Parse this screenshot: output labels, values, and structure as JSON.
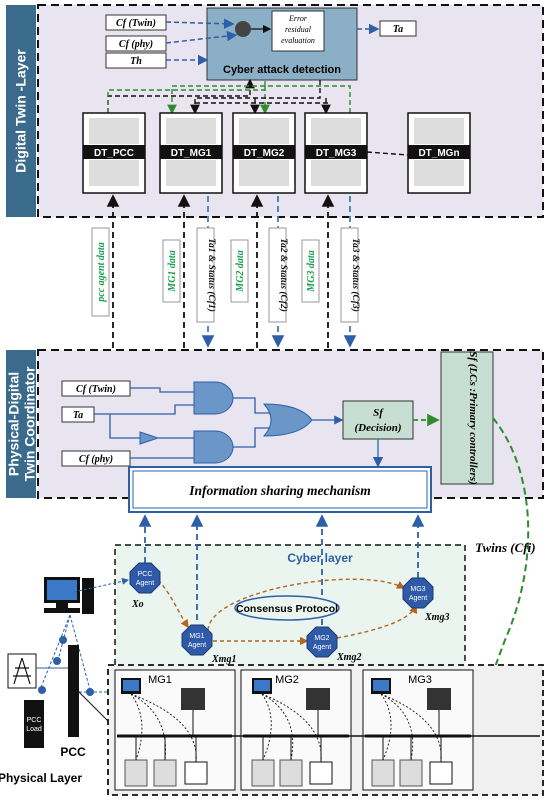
{
  "layers": {
    "digital_twin": "Digital Twin -Layer",
    "coordinator_line1": "Physical-Digital",
    "coordinator_line2": "Twin Coordinator",
    "cyber": "Cyber layer",
    "physical": "Physical Layer"
  },
  "detection": {
    "title": "Cyber attack detection",
    "residual_line1": "Error",
    "residual_line2": "residual",
    "residual_line3": "evaluation",
    "inputs": [
      "Cf (Twin)",
      "Cf (phy)",
      "Th"
    ],
    "output": "Ta"
  },
  "twins": [
    "DT_PCC",
    "DT_MG1",
    "DT_MG2",
    "DT_MG3",
    "DT_MGn"
  ],
  "links": {
    "pcc_data": "pcc agent data",
    "mg1_data": "MG1 data",
    "mg2_data": "MG2 data",
    "mg3_data": "MG3 data",
    "ta1": "Ta1 & Status (Cf1)",
    "ta2": "Ta2 & Status (Cf2)",
    "ta3": "Ta3 & Status (Cf3)"
  },
  "coordinator": {
    "inputs": [
      "Cf (Twin)",
      "Ta",
      "Cf (phy)"
    ],
    "decision_line1": "Sf",
    "decision_line2": "(Decision)",
    "sf_box": "Sf (LCs :Primary controllers)",
    "info_sharing": "Information sharing mechanism"
  },
  "cyber": {
    "twins_label": "Twins (Cfi)",
    "consensus": "Consensus Protocol",
    "agents": {
      "pcc": [
        "PCC",
        "Agent"
      ],
      "mg1": [
        "MG1",
        "Agent"
      ],
      "mg2": [
        "MG2",
        "Agent"
      ],
      "mg3": [
        "MG3",
        "Agent"
      ]
    },
    "states": {
      "xo": "Xo",
      "xmg1": "Xmg1",
      "xmg2": "Xmg2",
      "xmg3": "Xmg3"
    }
  },
  "physical": {
    "mg_labels": [
      "MG1",
      "MG2",
      "MG3"
    ],
    "pcc_load": [
      "PCC",
      "Load"
    ],
    "pcc": "PCC"
  },
  "colors": {
    "sidebar": "#3a6a8c",
    "panel": "#e8e4f0",
    "detect": "#8aafc7",
    "gate": "#6a96c8",
    "label_green": "#15a04a",
    "arrow_blue": "#2d5fa8",
    "arrow_green": "#2e8b2e",
    "cyber_bg": "#eaf5ef",
    "agent": "#2e5aa8",
    "sf_box": "#c7dfd2"
  }
}
